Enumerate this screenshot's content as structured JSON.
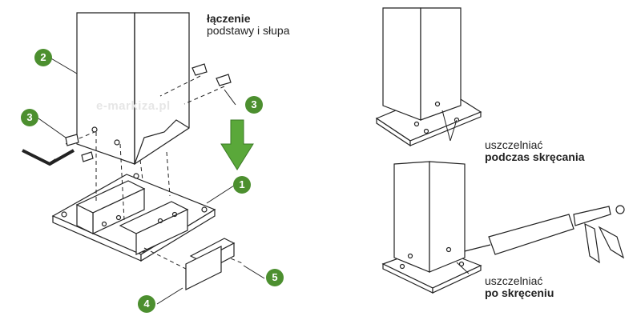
{
  "labels": {
    "assembly_line1": "łączenie",
    "assembly_line2": "podstawy i słupa",
    "seal_during_line1": "uszczelniać",
    "seal_during_line2": "podczas skręcania",
    "seal_after_line1": "uszczelniać",
    "seal_after_line2": "po skręceniu"
  },
  "watermark": "e-markiza.pl",
  "callouts": [
    {
      "id": "post",
      "number": "2"
    },
    {
      "id": "screw-right",
      "number": "3"
    },
    {
      "id": "screw-left",
      "number": "3"
    },
    {
      "id": "base-plate",
      "number": "1"
    },
    {
      "id": "end-cap",
      "number": "5"
    },
    {
      "id": "cover-plate",
      "number": "4"
    }
  ],
  "colors": {
    "badge": "#4c8f2f",
    "arrow": "#5aa83a",
    "line": "#222222"
  }
}
